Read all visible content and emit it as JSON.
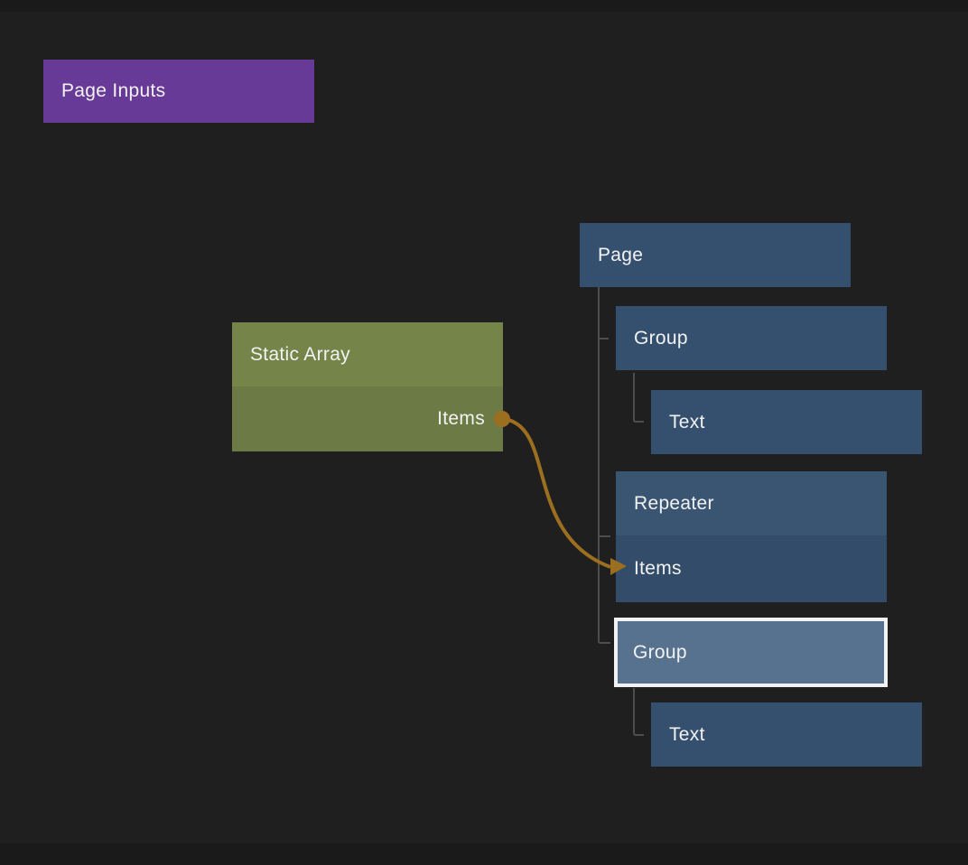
{
  "canvas": {
    "background_color": "#1f1f1f",
    "edge_color": "#1a1a1a",
    "tree_line_color": "#4d4d4d",
    "selection_border_color": "#f2f2f2",
    "text_color": "#f2f2f2"
  },
  "nodes": {
    "page_inputs": {
      "label": "Page Inputs",
      "color": "#663a96"
    },
    "static_array": {
      "title": "Static Array",
      "output_port": "Items",
      "header_color": "#75854a",
      "body_color": "#6c7b45"
    },
    "page": {
      "label": "Page",
      "color": "#35506e"
    },
    "group_1": {
      "label": "Group",
      "color": "#35506e"
    },
    "text_1": {
      "label": "Text",
      "color": "#35506e"
    },
    "repeater": {
      "title": "Repeater",
      "input_port": "Items",
      "header_color": "#3a5572",
      "body_color": "#324c69"
    },
    "group_2": {
      "label": "Group",
      "color": "#57728f",
      "selected": true
    },
    "text_2": {
      "label": "Text",
      "color": "#35506e"
    }
  },
  "connection": {
    "from_node": "Static Array",
    "from_port": "Items",
    "to_node": "Repeater",
    "to_port": "Items",
    "color": "#9c6e20"
  }
}
